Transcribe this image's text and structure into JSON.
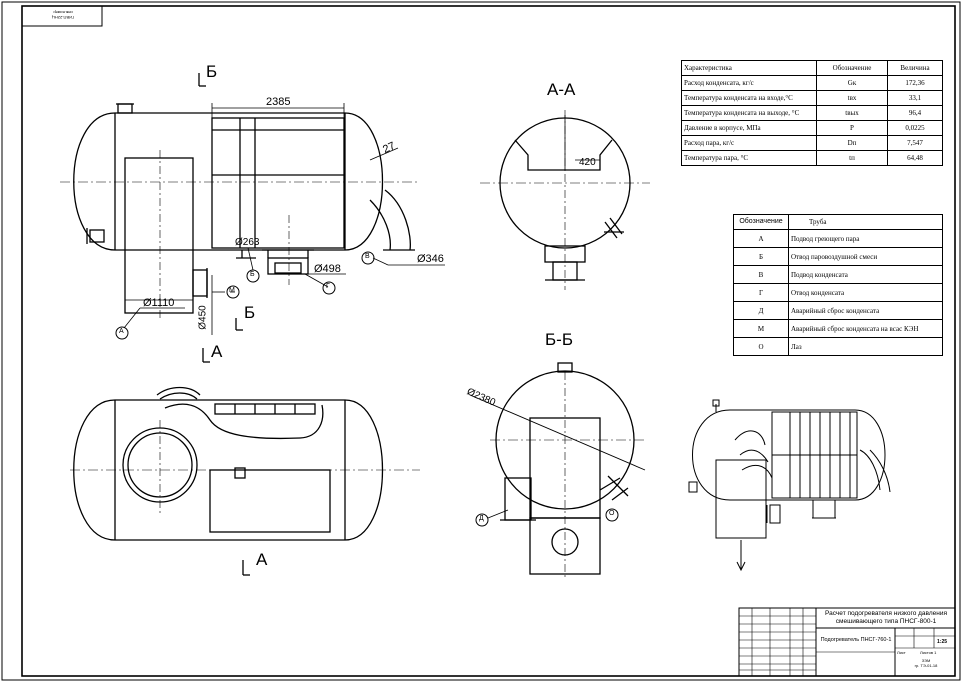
{
  "drawing": {
    "corner_stamp": "ГИВП-22НЦ\nинв.номер",
    "section_marks": {
      "b_top": "Б",
      "b_mid": "Б",
      "a_mid": "А",
      "a_bottom": "А"
    },
    "section_titles": {
      "aa": "А-А",
      "bb": "Б-Б"
    },
    "dimensions": {
      "length": "2385",
      "radius": "27",
      "d_1110": "Ø1110",
      "d_450": "Ø450",
      "d_263": "Ø263",
      "d_498": "Ø498",
      "d_346": "Ø346",
      "d_420": "420",
      "d_2380": "Ø2380"
    },
    "nozzle_labels": [
      "А",
      "Б",
      "В",
      "Г",
      "Д",
      "М",
      "О"
    ]
  },
  "spec_table": {
    "headers": [
      "Характеристика",
      "Обозначение",
      "Величина"
    ],
    "rows": [
      [
        "Расход конденсата, кг/с",
        "Gк",
        "172,36"
      ],
      [
        "Температура конденсата на входе,°С",
        "tвх",
        "33,1"
      ],
      [
        "Температура конденсата на выходе, °С",
        "tвых",
        "96,4"
      ],
      [
        "Давление в корпусе, МПа",
        "P",
        "0,0225"
      ],
      [
        "Расход пара, кг/с",
        "Dп",
        "7,547"
      ],
      [
        "Температура пара, °С",
        "tп",
        "64,48"
      ]
    ]
  },
  "pipe_table": {
    "headers": [
      "Обозначение",
      "Труба"
    ],
    "rows": [
      [
        "А",
        "Подвод греющего пара"
      ],
      [
        "Б",
        "Отвод паровоздушной смеси"
      ],
      [
        "В",
        "Подвод конденсата"
      ],
      [
        "Г",
        "Отвод конденсата"
      ],
      [
        "Д",
        "Аварийный сброс конденсата"
      ],
      [
        "М",
        "Аварийный сброс конденсата на всас КЭН"
      ],
      [
        "О",
        "Лаз"
      ]
    ]
  },
  "title_block": {
    "title": "Расчет подогревателя низкого давления смешивающего типа ПНСГ-800-1",
    "name": "Подогреватель ПНСГ-760-1",
    "scale": "1:25",
    "org": "ЗЭМ\nгр. ТЭ-01-18",
    "sheet": "Лист",
    "sheets": "Листов 1"
  }
}
